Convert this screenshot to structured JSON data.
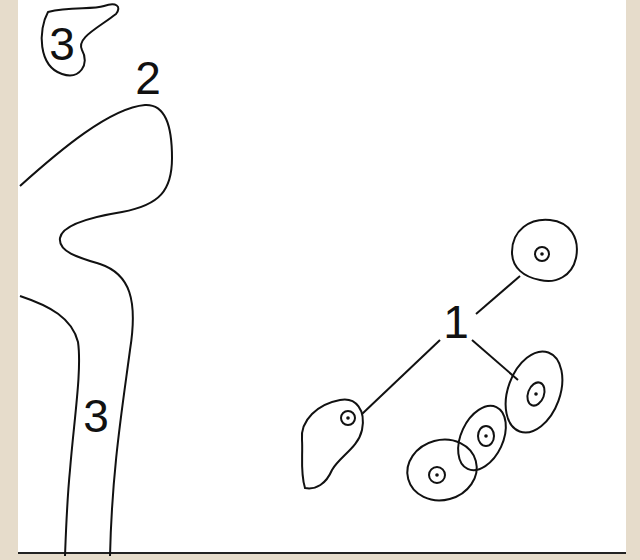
{
  "diagram": {
    "labels": [
      "3",
      "2",
      "1",
      "3"
    ]
  }
}
